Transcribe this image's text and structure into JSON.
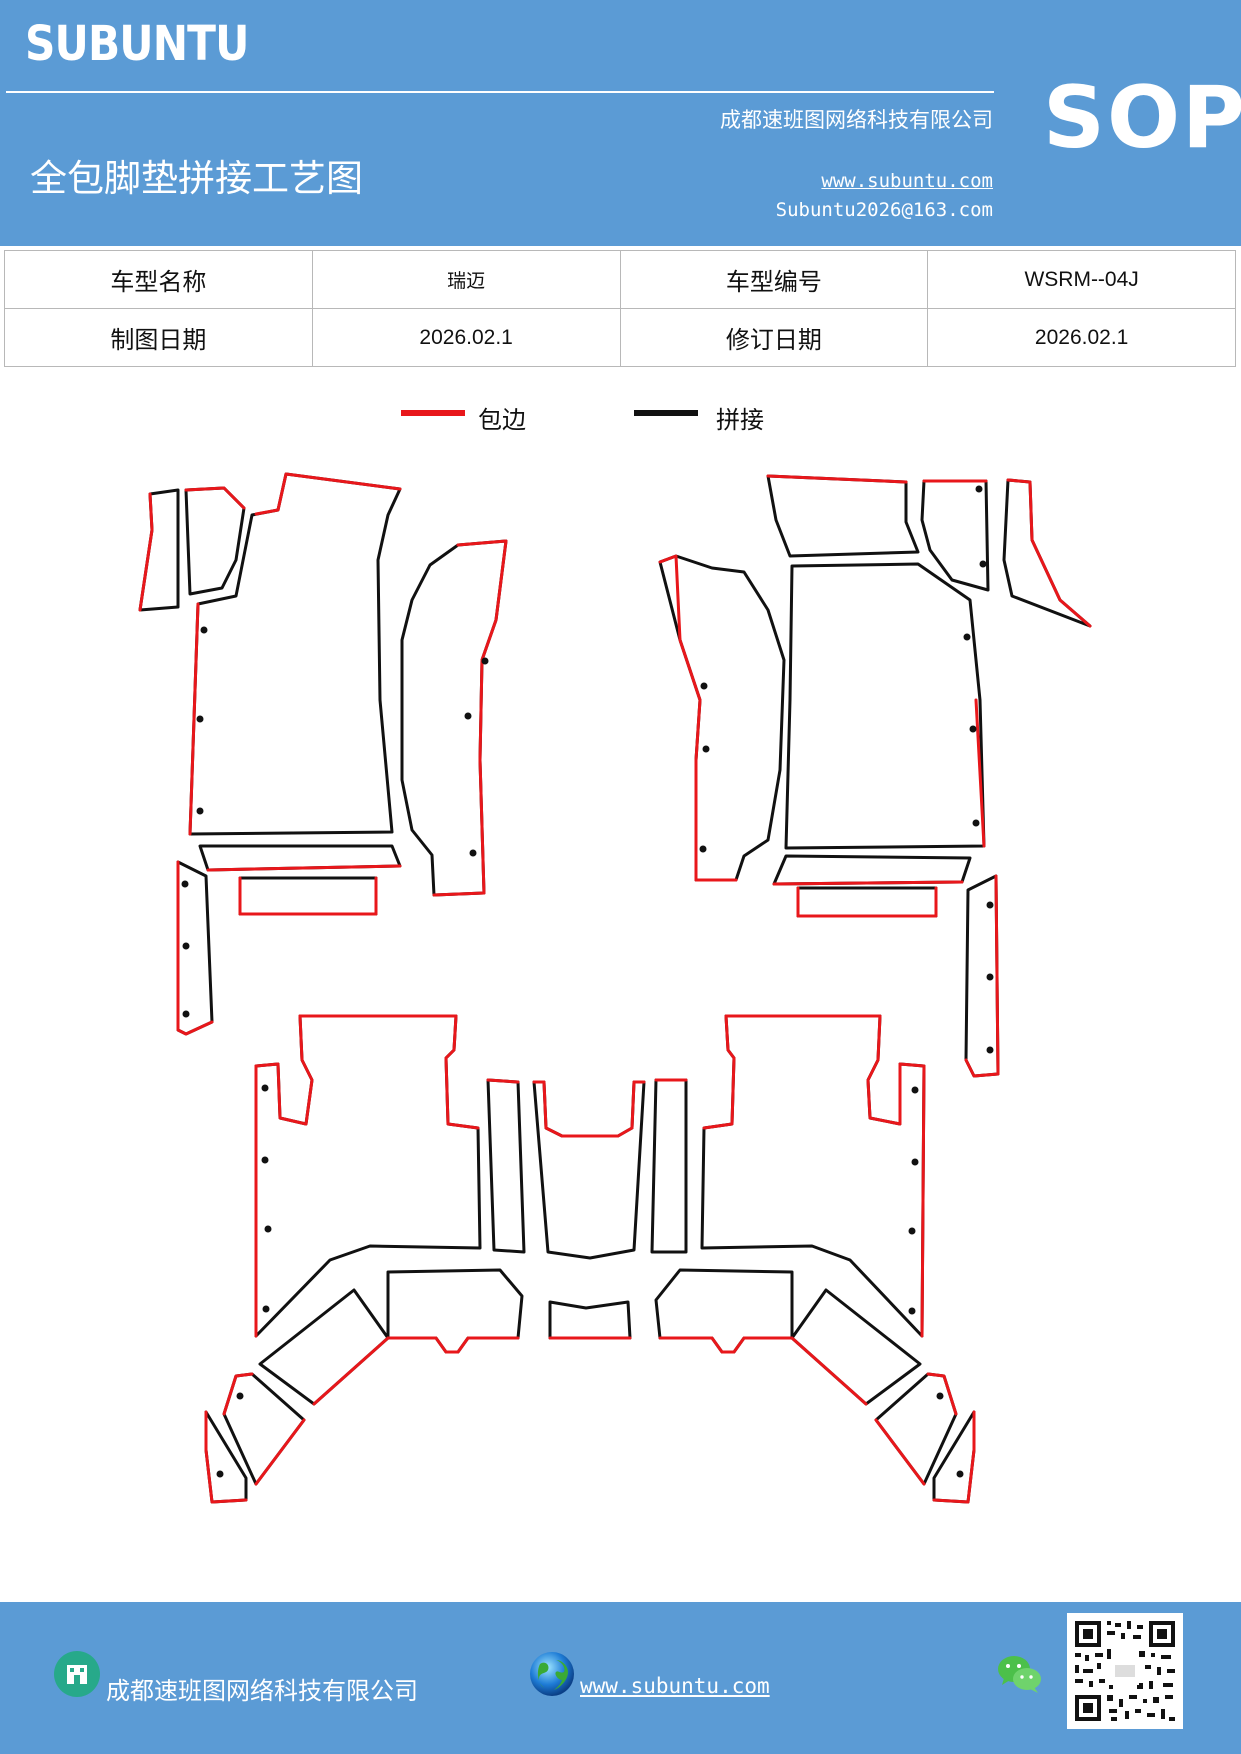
{
  "header": {
    "brand": "SUBUNTU",
    "company": "成都速班图网络科技有限公司",
    "title": "全包脚垫拼接工艺图",
    "website": "www.subuntu.com",
    "email": "Subuntu2026@163.com",
    "badge": "SOP"
  },
  "info_table": {
    "model_name_label": "车型名称",
    "model_name_value": "瑞迈",
    "model_code_label": "车型编号",
    "model_code_value": "WSRM--04J",
    "draw_date_label": "制图日期",
    "draw_date_value": "2026.02.1",
    "revise_date_label": "修订日期",
    "revise_date_value": "2026.02.1"
  },
  "legend": {
    "items": [
      {
        "label": "包边",
        "color": "#e8171b"
      },
      {
        "label": "拼接",
        "color": "#111111"
      }
    ]
  },
  "footer": {
    "company": "成都速班图网络科技有限公司",
    "website": "www.subuntu.com",
    "icons": [
      "building-icon",
      "globe-icon",
      "wechat-icon",
      "qr-code"
    ]
  },
  "colors": {
    "header_bg": "#5b9bd5",
    "edge": "#e8171b",
    "seam": "#111111"
  }
}
